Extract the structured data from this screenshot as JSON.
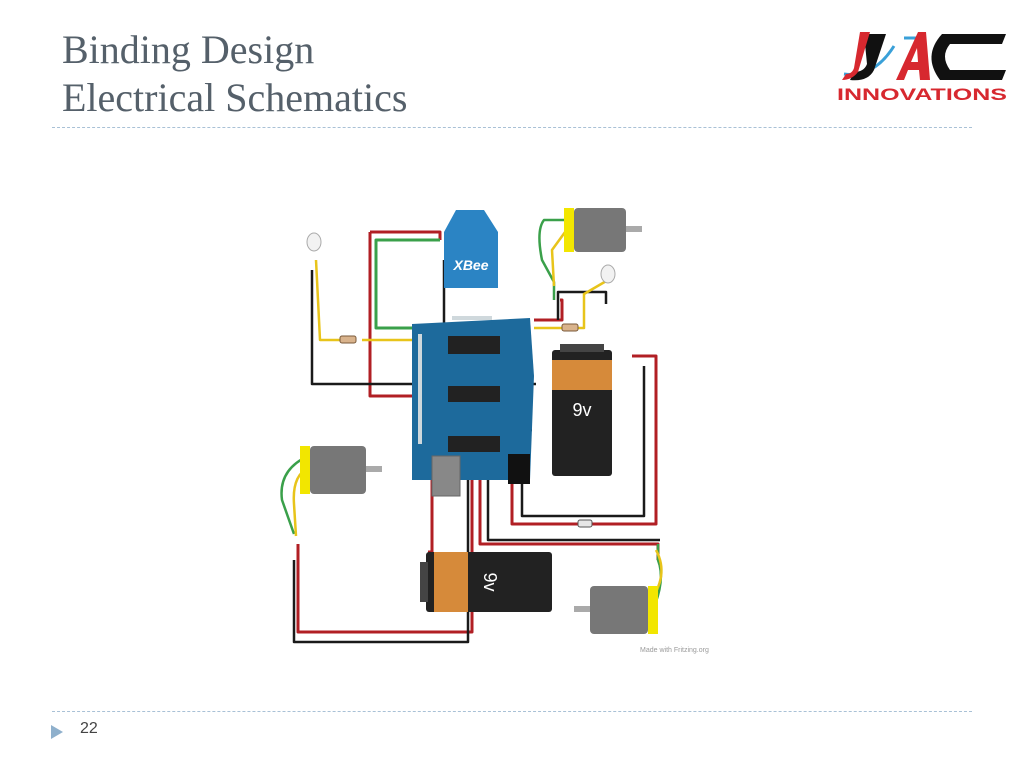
{
  "slide": {
    "title_line1": "Binding Design",
    "title_line2": "Electrical Schematics",
    "page_number": "22"
  },
  "logo": {
    "monogram": "JAC",
    "wordmark": "INNOVATIONS",
    "colors": {
      "red": "#d7282f",
      "black": "#111111",
      "blue": "#3aa0d8"
    }
  },
  "schematic": {
    "xbee_label": "XBee",
    "battery_label_right": "9v",
    "battery_label_bottom": "9v",
    "credit": "Made with  Fritzing.org"
  },
  "theme": {
    "title_color": "#55606a",
    "divider_color": "#a9c1d6",
    "arrow_color": "#8fb0cc",
    "wire_red": "#b11f24",
    "wire_black": "#1a1a1a",
    "wire_green": "#3aa04a",
    "wire_yellow": "#e8c41a",
    "board_blue": "#1d6a9c"
  }
}
